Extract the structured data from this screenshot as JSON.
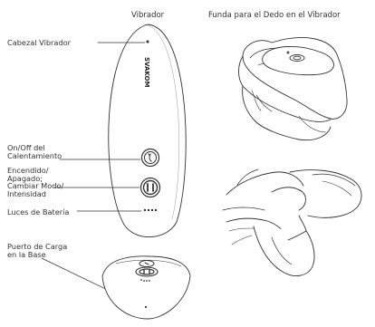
{
  "headers": {
    "vibrator": "Vibrador",
    "finger_sleeve": "Funda para el Dedo en el Vibrador"
  },
  "labels": {
    "head": "Cabezal Vibrador",
    "heating_line1": "On/Off del",
    "heating_line2": "Calentamiento",
    "power_line1": "Encendido/",
    "power_line2": "Apagado;",
    "power_line3": "Cambiar Modo/",
    "power_line4": "Intensidad",
    "battery": "Luces de Batería",
    "charge_line1": "Puerto de Carga",
    "charge_line2": "en la Base"
  },
  "logo_text": "SVAKOM",
  "colors": {
    "line": "#333333",
    "fill": "#ffffff"
  }
}
